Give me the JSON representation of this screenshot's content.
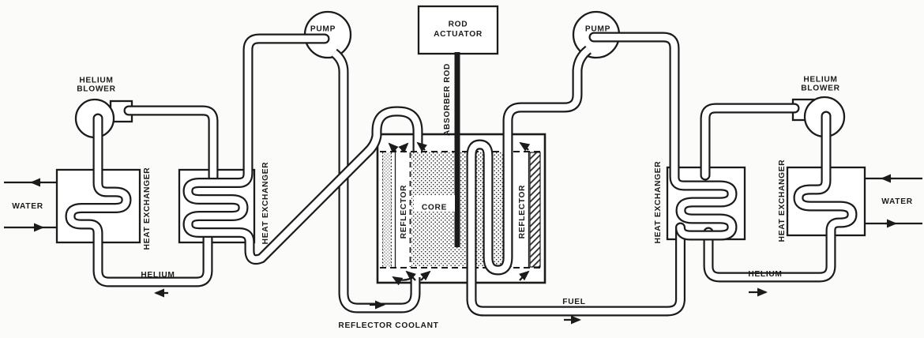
{
  "colors": {
    "ink": "#1b1b1b",
    "paper": "#fbfbf9"
  },
  "labels": {
    "helium_blower_left_1": "HELIUM",
    "helium_blower_left_2": "BLOWER",
    "water_left": "WATER",
    "heat_exchanger_1": "HEAT EXCHANGER",
    "heat_exchanger_2": "HEAT EXCHANGER",
    "helium_left": "HELIUM",
    "pump_left": "PUMP",
    "rod_actuator_1": "ROD",
    "rod_actuator_2": "ACTUATOR",
    "absorber_rod": "ABSORBER ROD",
    "reflector_left": "REFLECTOR",
    "core": "CORE",
    "reflector_right": "REFLECTOR",
    "reflector_coolant": "REFLECTOR COOLANT",
    "fuel": "FUEL",
    "pump_right": "PUMP",
    "heat_exchanger_3": "HEAT EXCHANGER",
    "heat_exchanger_4": "HEAT EXCHANGER",
    "helium_right": "HELIUM",
    "water_right": "WATER",
    "helium_blower_right_1": "HELIUM",
    "helium_blower_right_2": "BLOWER"
  }
}
